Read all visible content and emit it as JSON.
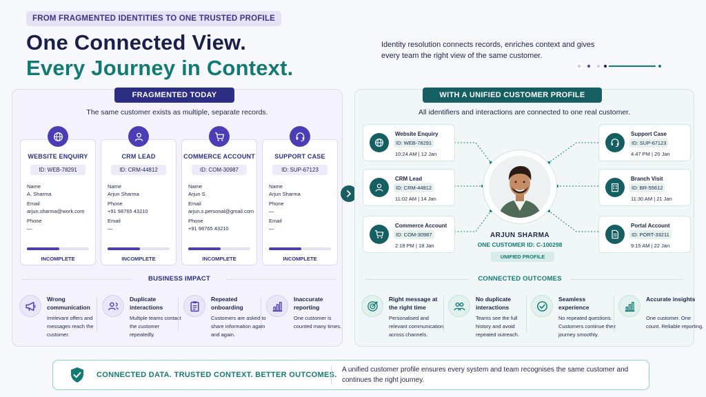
{
  "header": {
    "tag": "FROM FRAGMENTED IDENTITIES TO ONE TRUSTED PROFILE",
    "title_line1": "One Connected View.",
    "title_line2": "Every Journey in Context.",
    "intro": "Identity resolution connects records, enriches context and gives every team the right view of the same customer."
  },
  "colors": {
    "navy": "#1a1f4a",
    "teal": "#127a72",
    "purple": "#4b3db5",
    "dark_teal": "#155f62"
  },
  "fragmented": {
    "pill": "FRAGMENTED TODAY",
    "subtitle": "The same customer exists as multiple, separate records.",
    "cards": [
      {
        "icon": "globe-icon",
        "title": "WEBSITE ENQUIRY",
        "id": "ID: WEB-78291",
        "fields": [
          {
            "label": "Name",
            "value": "A. Sharma"
          },
          {
            "label": "Email",
            "value": "arjun.sharma@work.com"
          },
          {
            "label": "Phone",
            "value": "—"
          }
        ],
        "progress": 0.52,
        "status": "INCOMPLETE"
      },
      {
        "icon": "user-icon",
        "title": "CRM LEAD",
        "id": "ID: CRM-44812",
        "fields": [
          {
            "label": "Name",
            "value": "Arjun Sharma"
          },
          {
            "label": "Phone",
            "value": "+91 98765 43210"
          },
          {
            "label": "Email",
            "value": "—"
          }
        ],
        "progress": 0.52,
        "status": "INCOMPLETE"
      },
      {
        "icon": "cart-icon",
        "title": "COMMERCE ACCOUNT",
        "id": "ID: COM-30987",
        "fields": [
          {
            "label": "Name",
            "value": "Arjun S."
          },
          {
            "label": "Email",
            "value": "arjun.s.personal@gmail.com"
          },
          {
            "label": "Phone",
            "value": "+91 98765 43210"
          }
        ],
        "progress": 0.52,
        "status": "INCOMPLETE"
      },
      {
        "icon": "headset-icon",
        "title": "SUPPORT CASE",
        "id": "ID: SUP-67123",
        "fields": [
          {
            "label": "Name",
            "value": "Arjun Sharma"
          },
          {
            "label": "Phone",
            "value": "—"
          },
          {
            "label": "Email",
            "value": "—"
          }
        ],
        "progress": 0.52,
        "status": "INCOMPLETE"
      }
    ],
    "impact_title": "BUSINESS IMPACT",
    "impacts": [
      {
        "icon": "megaphone-icon",
        "title": "Wrong communication",
        "text": "Irrelevant offers and messages reach the customer."
      },
      {
        "icon": "duplicate-users-icon",
        "title": "Duplicate interactions",
        "text": "Multiple teams contact the customer repeatedly."
      },
      {
        "icon": "clipboard-icon",
        "title": "Repeated onboarding",
        "text": "Customers are asked to share information again and again."
      },
      {
        "icon": "bar-chart-icon",
        "title": "Inaccurate reporting",
        "text": "One customer is counted many times."
      }
    ]
  },
  "unified": {
    "pill": "WITH A UNIFIED CUSTOMER PROFILE",
    "subtitle": "All identifiers and interactions are connected to one real customer.",
    "left_cards": [
      {
        "icon": "globe-icon",
        "title": "Website Enquiry",
        "id": "ID: WEB-78291",
        "time": "10:24 AM  |  12 Jan"
      },
      {
        "icon": "user-icon",
        "title": "CRM Lead",
        "id": "ID: CRM-44812",
        "time": "11:02 AM  |  14 Jan"
      },
      {
        "icon": "cart-icon",
        "title": "Commerce Account",
        "id": "ID: COM-30987",
        "time": "2:18 PM  |  18 Jan"
      }
    ],
    "right_cards": [
      {
        "icon": "headset-icon",
        "title": "Support Case",
        "id": "ID: SUP-67123",
        "time": "4:47 PM  |  20 Jan"
      },
      {
        "icon": "building-icon",
        "title": "Branch Visit",
        "id": "ID: BR-55612",
        "time": "11:30 AM  |  21 Jan"
      },
      {
        "icon": "document-icon",
        "title": "Portal Account",
        "id": "ID: PORT-33211",
        "time": "9:15 AM  |  22 Jan"
      }
    ],
    "person_name": "ARJUN SHARMA",
    "person_id": "ONE CUSTOMER ID: C-100298",
    "profile_pill": "UNIFIED PROFILE",
    "outcomes_title": "CONNECTED OUTCOMES",
    "outcomes": [
      {
        "icon": "target-icon",
        "title": "Right message at the right time",
        "text": "Personalised and relevant communication across channels."
      },
      {
        "icon": "people-icon",
        "title": "No duplicate interactions",
        "text": "Teams see the full history and avoid repeated outreach."
      },
      {
        "icon": "check-circle-icon",
        "title": "Seamless experience",
        "text": "No repeated questions. Customers continue their journey smoothly."
      },
      {
        "icon": "bar-chart-icon",
        "title": "Accurate insights",
        "text": "One customer. One count. Reliable reporting."
      }
    ]
  },
  "footer": {
    "title": "CONNECTED DATA. TRUSTED CONTEXT. BETTER OUTCOMES.",
    "text": "A unified customer profile ensures every system and team recognises the same customer and continues the right journey."
  }
}
